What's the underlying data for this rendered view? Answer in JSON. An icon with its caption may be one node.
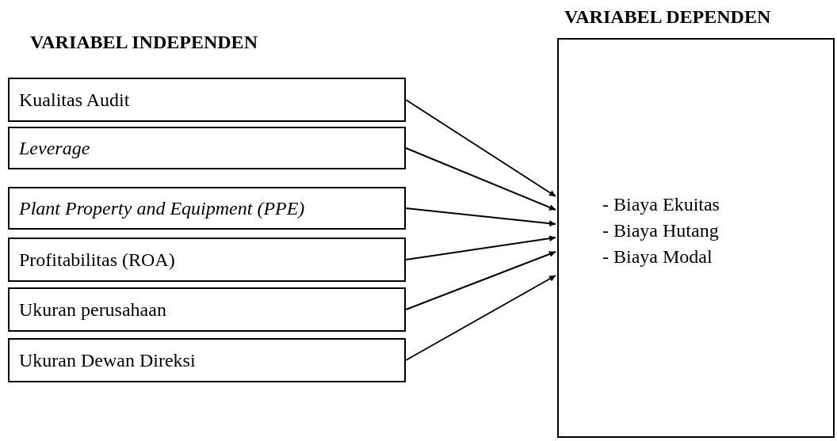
{
  "diagram": {
    "nodes": [
      {
        "text": [
          "Kualitas Audit"
        ]
      },
      {
        "text": [
          "Leverage"
        ]
      },
      {
        "text": [
          "Plant Property and Equipment (PPE)"
        ]
      },
      {
        "text": [
          "Profitabilitas (ROA)"
        ]
      },
      {
        "text": [
          "Ukuran perusahaan"
        ]
      },
      {
        "text": [
          "Ukuran Dewan Direksi"
        ]
      },
      {
        "text": [
          "VARIABEL DEPENDEN",
          "- Biaya Ekuitas",
          "- Biaya Hutang",
          "- Biaya Modal"
        ]
      }
    ],
    "edges": [
      {
        "from": 0,
        "to": 6,
        "arrow": "to"
      },
      {
        "from": 1,
        "to": 6,
        "arrow": "to"
      },
      {
        "from": 2,
        "to": 6,
        "arrow": "to"
      },
      {
        "from": 3,
        "to": 6,
        "arrow": "to"
      },
      {
        "from": 4,
        "to": 6,
        "arrow": "to"
      },
      {
        "from": 5,
        "to": 6,
        "arrow": "to"
      }
    ],
    "labels": [
      "VARIABEL INDEPENDEN"
    ]
  }
}
